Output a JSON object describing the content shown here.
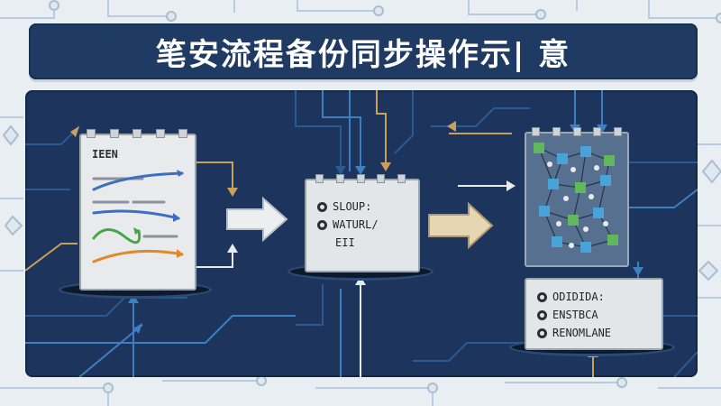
{
  "title": "笔安流程备份同步操作示| 意",
  "document_card": {
    "heading": "IEEN"
  },
  "center_box": {
    "items": [
      "SLOUP:",
      "WATURL/",
      "EII"
    ]
  },
  "legend_box": {
    "items": [
      "ODIDIDA:",
      "ENSTBCA",
      "RENOMLANE"
    ]
  },
  "colors": {
    "banner": "#1f3a63",
    "panel": "#1d355c",
    "wire_blue": "#3d7fc1",
    "wire_gold": "#c9a15a",
    "node_green": "#5fb85c",
    "node_blue": "#4aa3d8"
  }
}
